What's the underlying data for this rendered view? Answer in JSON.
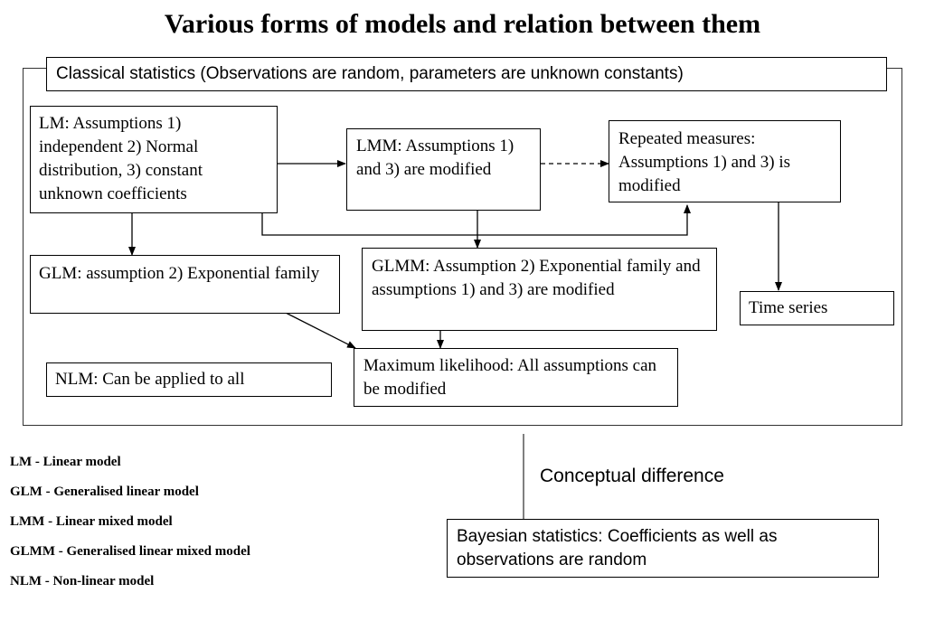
{
  "title": "Various forms of models and relation between them",
  "classical": "Classical statistics (Observations are random, parameters are unknown constants)",
  "nodes": {
    "lm": "LM: Assumptions 1) independent 2) Normal distribution, 3) constant unknown coefficients",
    "lmm": "LMM: Assumptions 1) and 3) are modified",
    "repeated": "Repeated measures: Assumptions 1) and 3) is modified",
    "glm": "GLM: assumption 2) Exponential family",
    "glmm": "GLMM: Assumption 2) Exponential family and assumptions 1) and 3) are modified",
    "timeseries": "Time series",
    "ml": "Maximum likelihood: All assumptions can be modified",
    "nlm": "NLM: Can be applied to all"
  },
  "legend": [
    "LM - Linear model",
    "GLM - Generalised linear model",
    "LMM - Linear mixed model",
    "GLMM - Generalised linear mixed model",
    "NLM - Non-linear model"
  ],
  "conceptual": "Conceptual difference",
  "bayesian": "Bayesian statistics: Coefficients as well as observations are random"
}
